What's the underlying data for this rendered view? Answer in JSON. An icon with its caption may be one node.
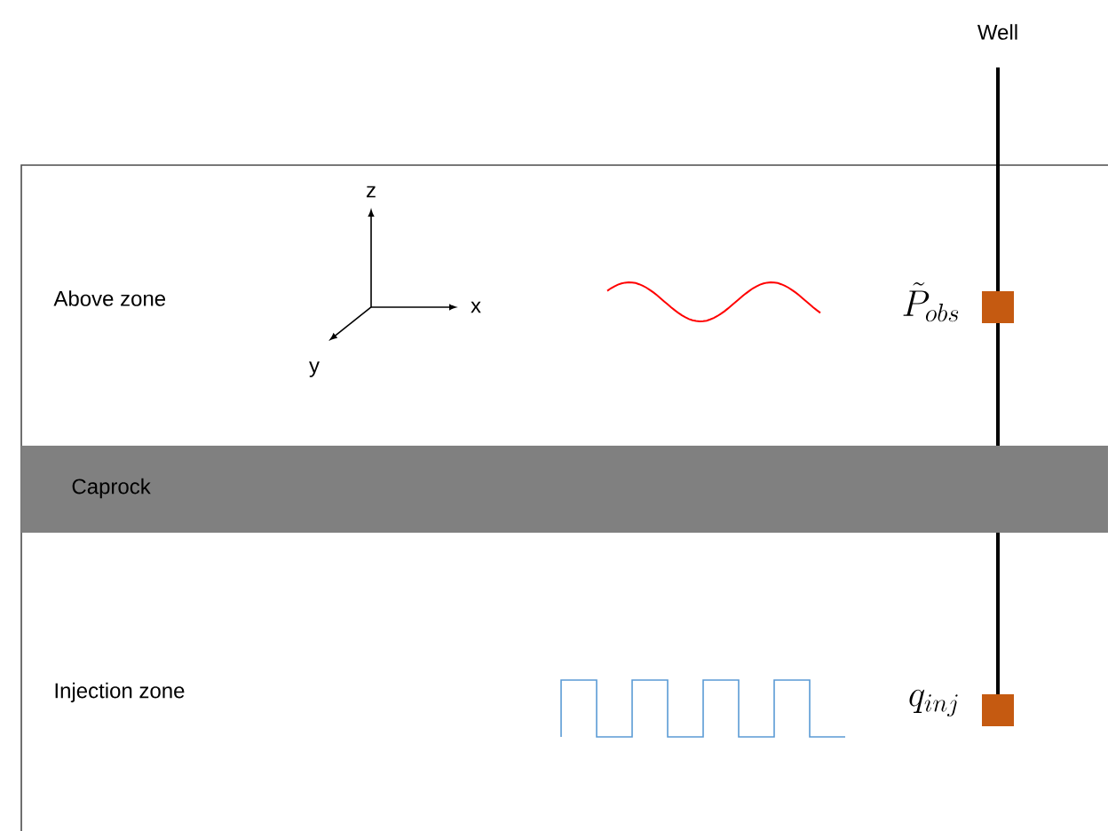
{
  "diagram": {
    "nodes": [
      {
        "text": [
          "Caprock"
        ]
      }
    ],
    "labels": [
      "Well",
      "z",
      "x",
      "y",
      "Above zone",
      "\\tilde{P}_{obs}",
      "Injection zone",
      "q_{inj}"
    ]
  }
}
